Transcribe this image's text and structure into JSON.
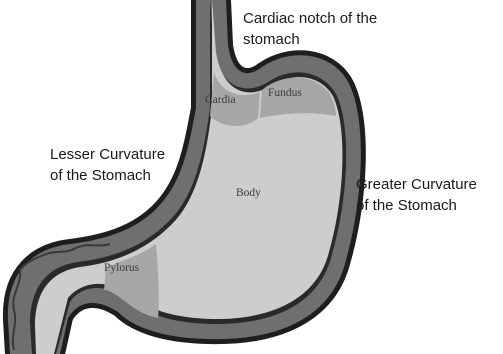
{
  "labels": {
    "cardiac_notch": [
      "Cardiac notch of the",
      "stomach"
    ],
    "lesser_curvature": [
      "Lesser Curvature",
      "of the Stomach"
    ],
    "greater_curvature": [
      "Greater Curvature",
      "of the  Stomach"
    ]
  },
  "regions": {
    "cardia": "Cardia",
    "fundus": "Fundus",
    "body": "Body",
    "pylorus": "Pylorus"
  },
  "colors": {
    "wall": "#6f6f6f",
    "wall_outline": "#1e1e1e",
    "body_fill": "#cdcdcd",
    "region_fill": "#a7a7a7"
  }
}
